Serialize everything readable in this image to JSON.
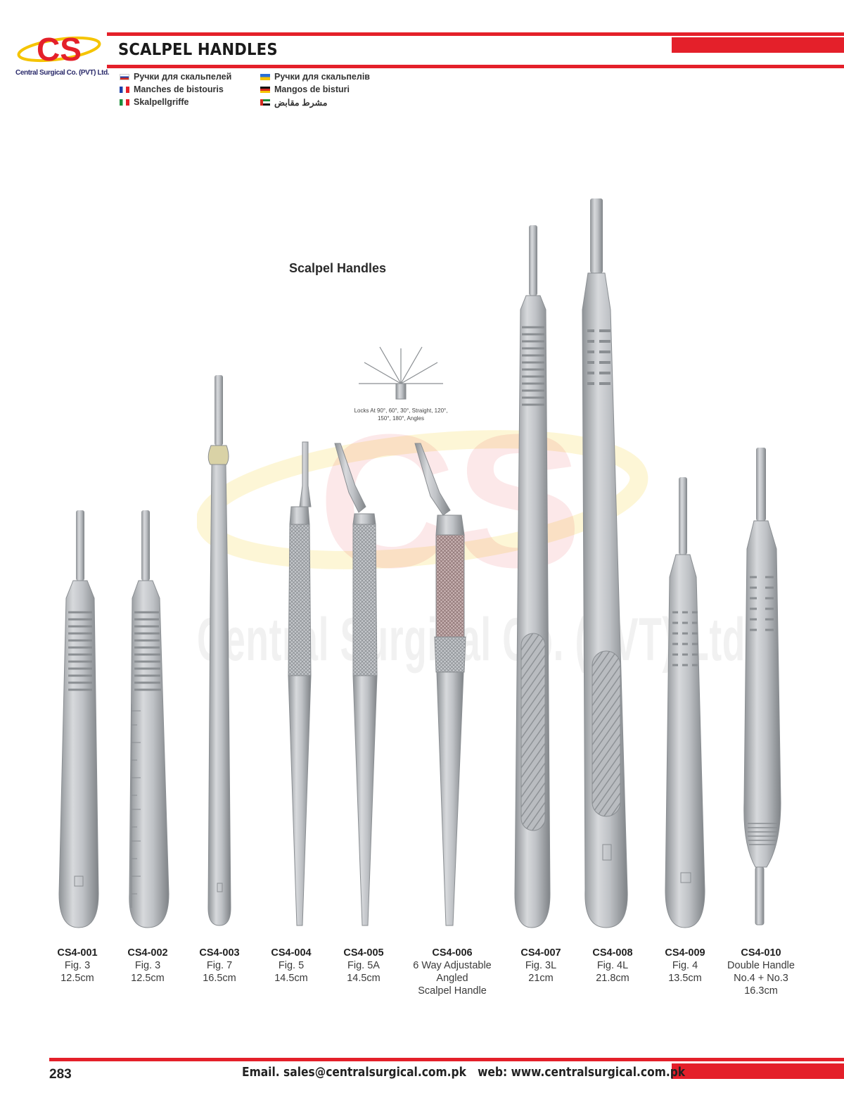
{
  "header": {
    "logo_text": "CS",
    "company_name": "Central Surgical Co. (PVT) Ltd.",
    "title": "SCALPEL HANDLES",
    "translations": [
      {
        "lang": "ru",
        "text": "Ручки для скальпелей"
      },
      {
        "lang": "fr",
        "text": "Manches de bistouris"
      },
      {
        "lang": "it",
        "text": "Skalpellgriffe"
      },
      {
        "lang": "ua",
        "text": "Ручки для скальпелів"
      },
      {
        "lang": "de",
        "text": "Mangos de bisturi"
      },
      {
        "lang": "ae",
        "text": "مشرط مقابض"
      }
    ]
  },
  "section_heading": "Scalpel Handles",
  "lock_note": "Locks At 90°, 60°, 30°, Straight, 120°, 150°, 180°, Angles",
  "watermark": "Central Surgical Co. (PVT) Ltd.,",
  "products": [
    {
      "code": "CS4-001",
      "lines": [
        "Fig. 3",
        "12.5cm"
      ]
    },
    {
      "code": "CS4-002",
      "lines": [
        "Fig. 3",
        "12.5cm"
      ]
    },
    {
      "code": "CS4-003",
      "lines": [
        "Fig. 7",
        "16.5cm"
      ]
    },
    {
      "code": "CS4-004",
      "lines": [
        "Fig. 5",
        "14.5cm"
      ]
    },
    {
      "code": "CS4-005",
      "lines": [
        "Fig. 5A",
        "14.5cm"
      ]
    },
    {
      "code": "CS4-006",
      "lines": [
        "6 Way Adjustable",
        "Angled",
        "Scalpel Handle"
      ]
    },
    {
      "code": "CS4-007",
      "lines": [
        "Fig. 3L",
        "21cm"
      ]
    },
    {
      "code": "CS4-008",
      "lines": [
        "Fig. 4L",
        "21.8cm"
      ]
    },
    {
      "code": "CS4-009",
      "lines": [
        "Fig. 4",
        "13.5cm"
      ]
    },
    {
      "code": "CS4-010",
      "lines": [
        "Double Handle",
        "No.4 + No.3",
        "16.3cm"
      ]
    }
  ],
  "footer": {
    "page_number": "283",
    "contact": "Email. sales@centralsurgical.com.pk   web: www.centralsurgical.com.pk"
  },
  "colors": {
    "accent_red": "#e4202a",
    "logo_yellow": "#f5c400",
    "steel": "#b9bcc0"
  }
}
